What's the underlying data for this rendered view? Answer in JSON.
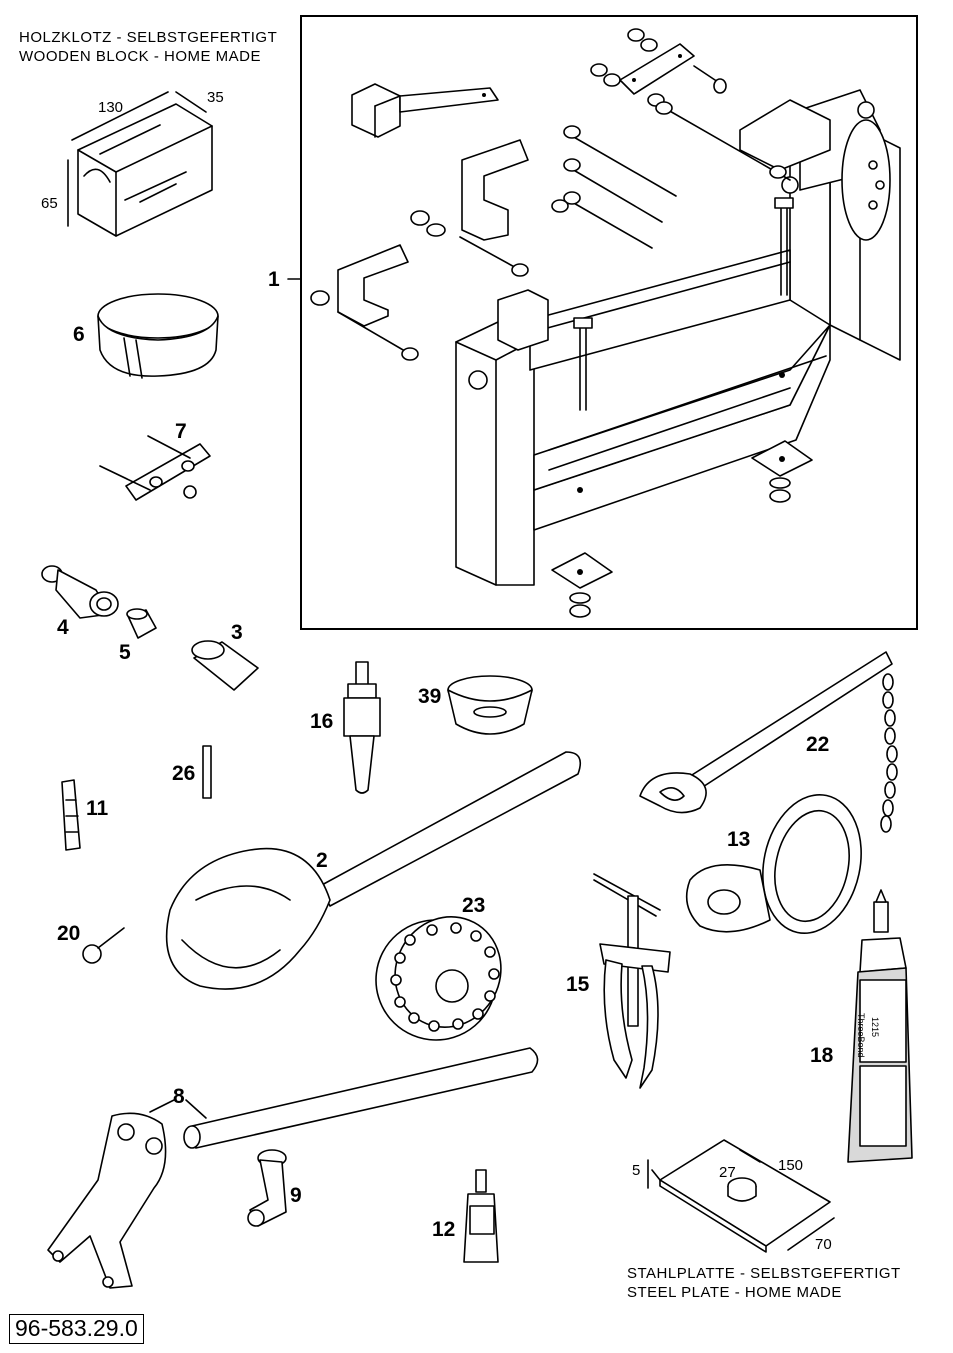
{
  "captions": {
    "wooden_block_de": "HOLZKLOTZ - SELBSTGEFERTIGT",
    "wooden_block_en": "WOODEN BLOCK - HOME MADE",
    "steel_plate_de": "STAHLPLATTE - SELBSTGEFERTIGT",
    "steel_plate_en": "STEEL PLATE - HOME MADE"
  },
  "dimensions": {
    "block_length": "130",
    "block_depth": "35",
    "block_height": "65",
    "plate_thickness": "5",
    "plate_hole": "27",
    "plate_length": "150",
    "plate_width": "70"
  },
  "part_labels": {
    "p1": "1",
    "p2": "2",
    "p3": "3",
    "p4": "4",
    "p5": "5",
    "p6": "6",
    "p7": "7",
    "p8": "8",
    "p9": "9",
    "p11": "11",
    "p12": "12",
    "p13": "13",
    "p15": "15",
    "p16": "16",
    "p18": "18",
    "p20": "20",
    "p22": "22",
    "p23": "23",
    "p26": "26",
    "p39": "39"
  },
  "tube_text": {
    "brand": "ThreeBond",
    "number": "1215"
  },
  "document_number": "96-583.29.0"
}
